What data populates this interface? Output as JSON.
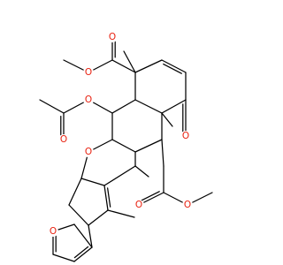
{
  "colors": {
    "bond": "#000000",
    "oxygen": "#e8200f",
    "background": "#ffffff"
  },
  "atom_labels": [
    {
      "id": "o-ester-top-carbonyl",
      "text": "O"
    },
    {
      "id": "o-ester-top-single",
      "text": "O"
    },
    {
      "id": "o-acetyl-carbonyl",
      "text": "O"
    },
    {
      "id": "o-acetyl-single",
      "text": "O"
    },
    {
      "id": "o-ketone",
      "text": "O"
    },
    {
      "id": "o-ring-ether",
      "text": "O"
    },
    {
      "id": "o-ester-right-carbonyl",
      "text": "O"
    },
    {
      "id": "o-ester-right-single",
      "text": "O"
    },
    {
      "id": "o-furan",
      "text": "O"
    }
  ]
}
